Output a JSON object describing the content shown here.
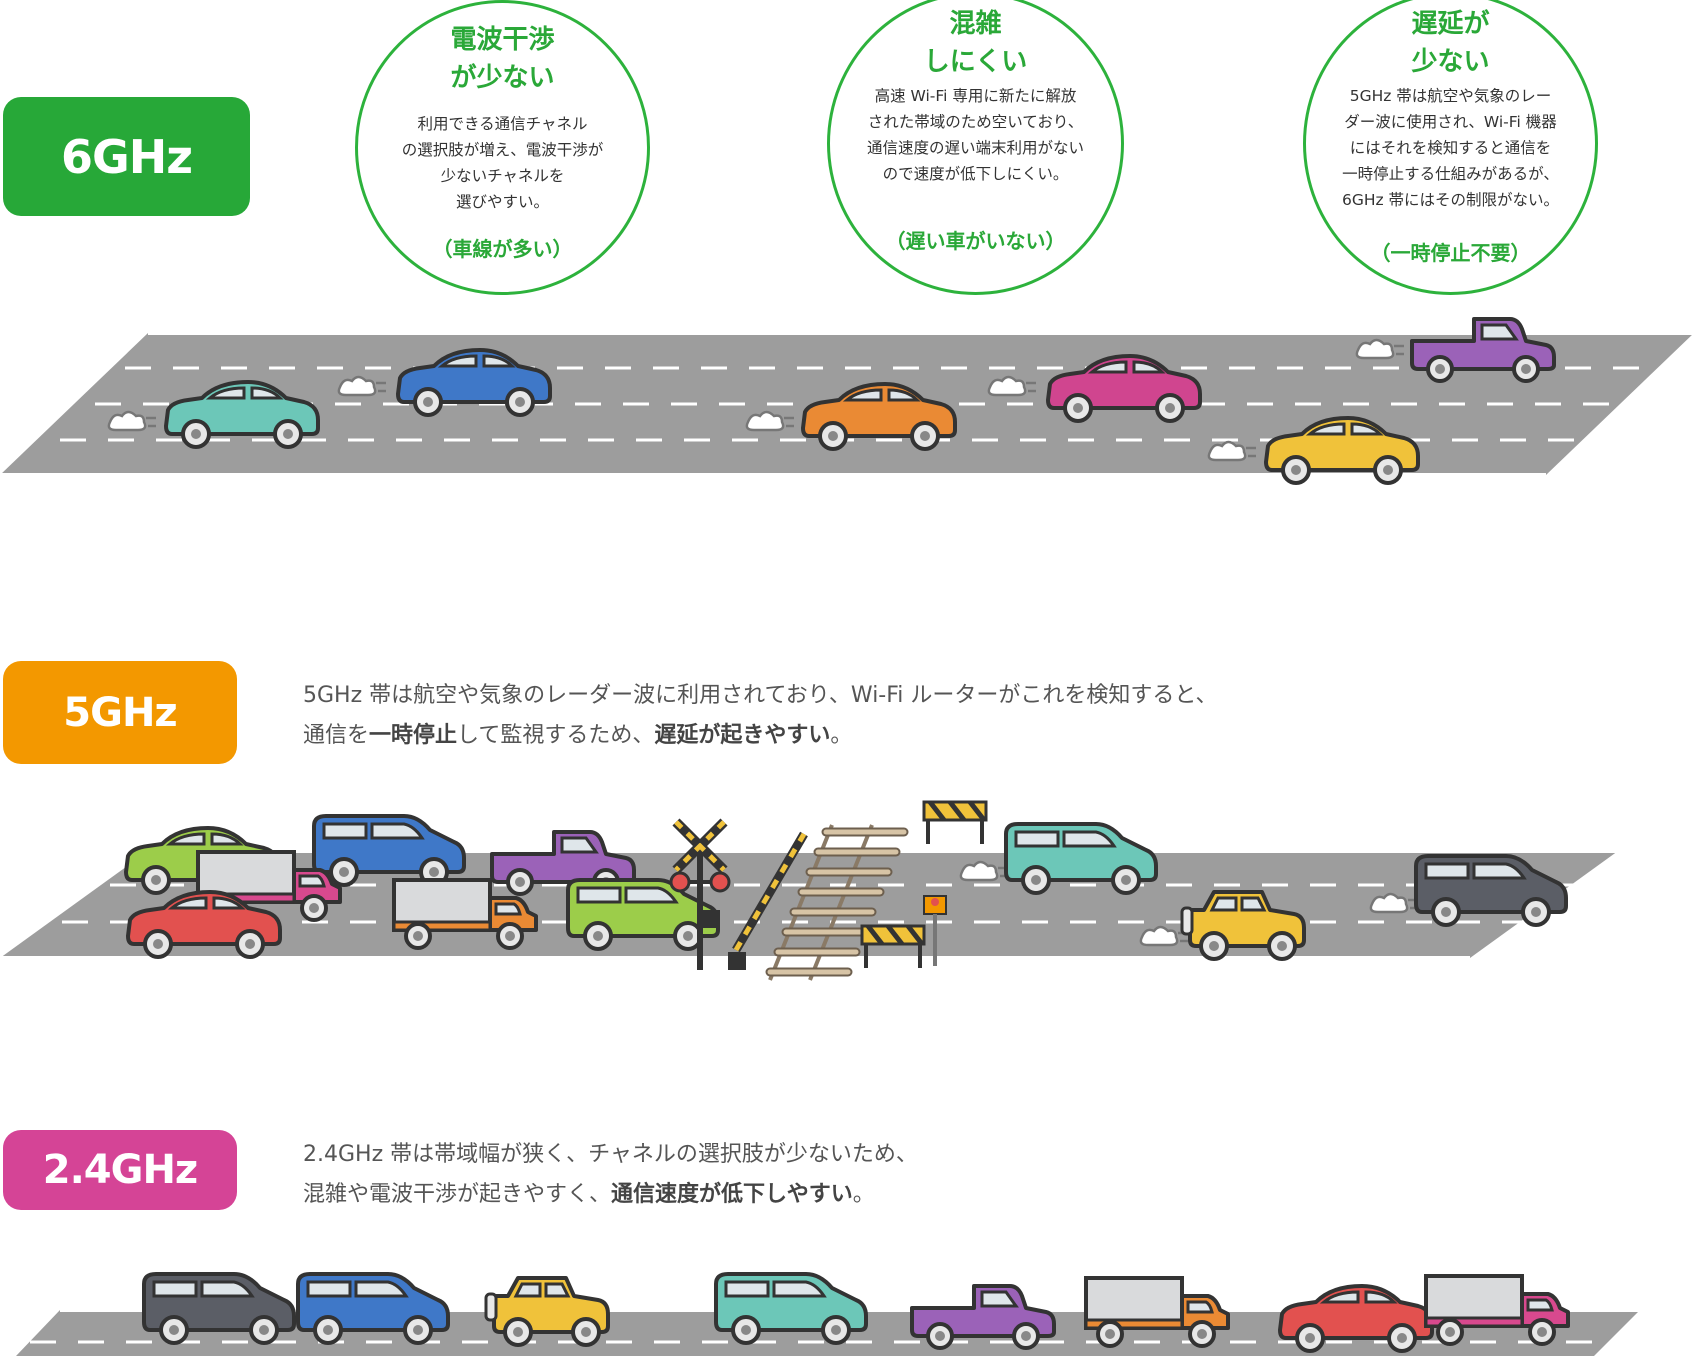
{
  "bands": {
    "band_6ghz": {
      "label": "6GHz",
      "color": "#27a838"
    },
    "band_5ghz": {
      "label": "5GHz",
      "color": "#f39800"
    },
    "band_24ghz": {
      "label": "2.4GHz",
      "color": "#d54496"
    }
  },
  "bubbles": [
    {
      "title": "電波干渉\nが少ない",
      "body": "利用できる通信チャネル\nの選択肢が増え、電波干渉が\n少ないチャネルを\n選びやすい。",
      "note": "（車線が多い）"
    },
    {
      "title": "混雑\nしにくい",
      "body": "高速 Wi-Fi 専用に新たに解放\nされた帯域のため空いており、\n通信速度の遅い端末利用がない\nので速度が低下しにくい。",
      "note": "（遅い車がいない）"
    },
    {
      "title": "遅延が\n少ない",
      "body": "5GHz 帯は航空や気象のレー\nダー波に使用され、Wi-Fi 機器\nにはそれを検知すると通信を\n一時停止する仕組みがあるが、\n6GHz 帯にはその制限がない。",
      "note": "（一時停止不要）"
    }
  ],
  "descriptions": {
    "d5_line1": "5GHz 帯は航空や気象のレーダー波に利用されており、Wi-Fi ルーターがこれを検知すると、",
    "d5_line2_a": "通信を",
    "d5_line2_b": "一時停止",
    "d5_line2_c": "して監視するため、",
    "d5_line2_d": "遅延が起きやすい",
    "d5_line2_e": "。",
    "d24_line1": "2.4GHz 帯は帯域幅が狭く、チャネルの選択肢が少ないため、",
    "d24_line2_a": "混雑や電波干渉が起きやすく、",
    "d24_line2_b": "通信速度が低下しやすい",
    "d24_line2_c": "。"
  },
  "colors": {
    "road": "#9d9d9d",
    "road_edge": "#ffffff",
    "outline": "#333333",
    "teal": "#6cc7b8",
    "blue": "#3f78c8",
    "orange": "#ea8a34",
    "magenta": "#d0458f",
    "purple": "#9b62b8",
    "yellow": "#f0c23a",
    "green": "#9ccd4a",
    "red": "#e2514f",
    "gray": "#5b5e66",
    "silver": "#cfd0d2",
    "pink": "#d8498e"
  }
}
